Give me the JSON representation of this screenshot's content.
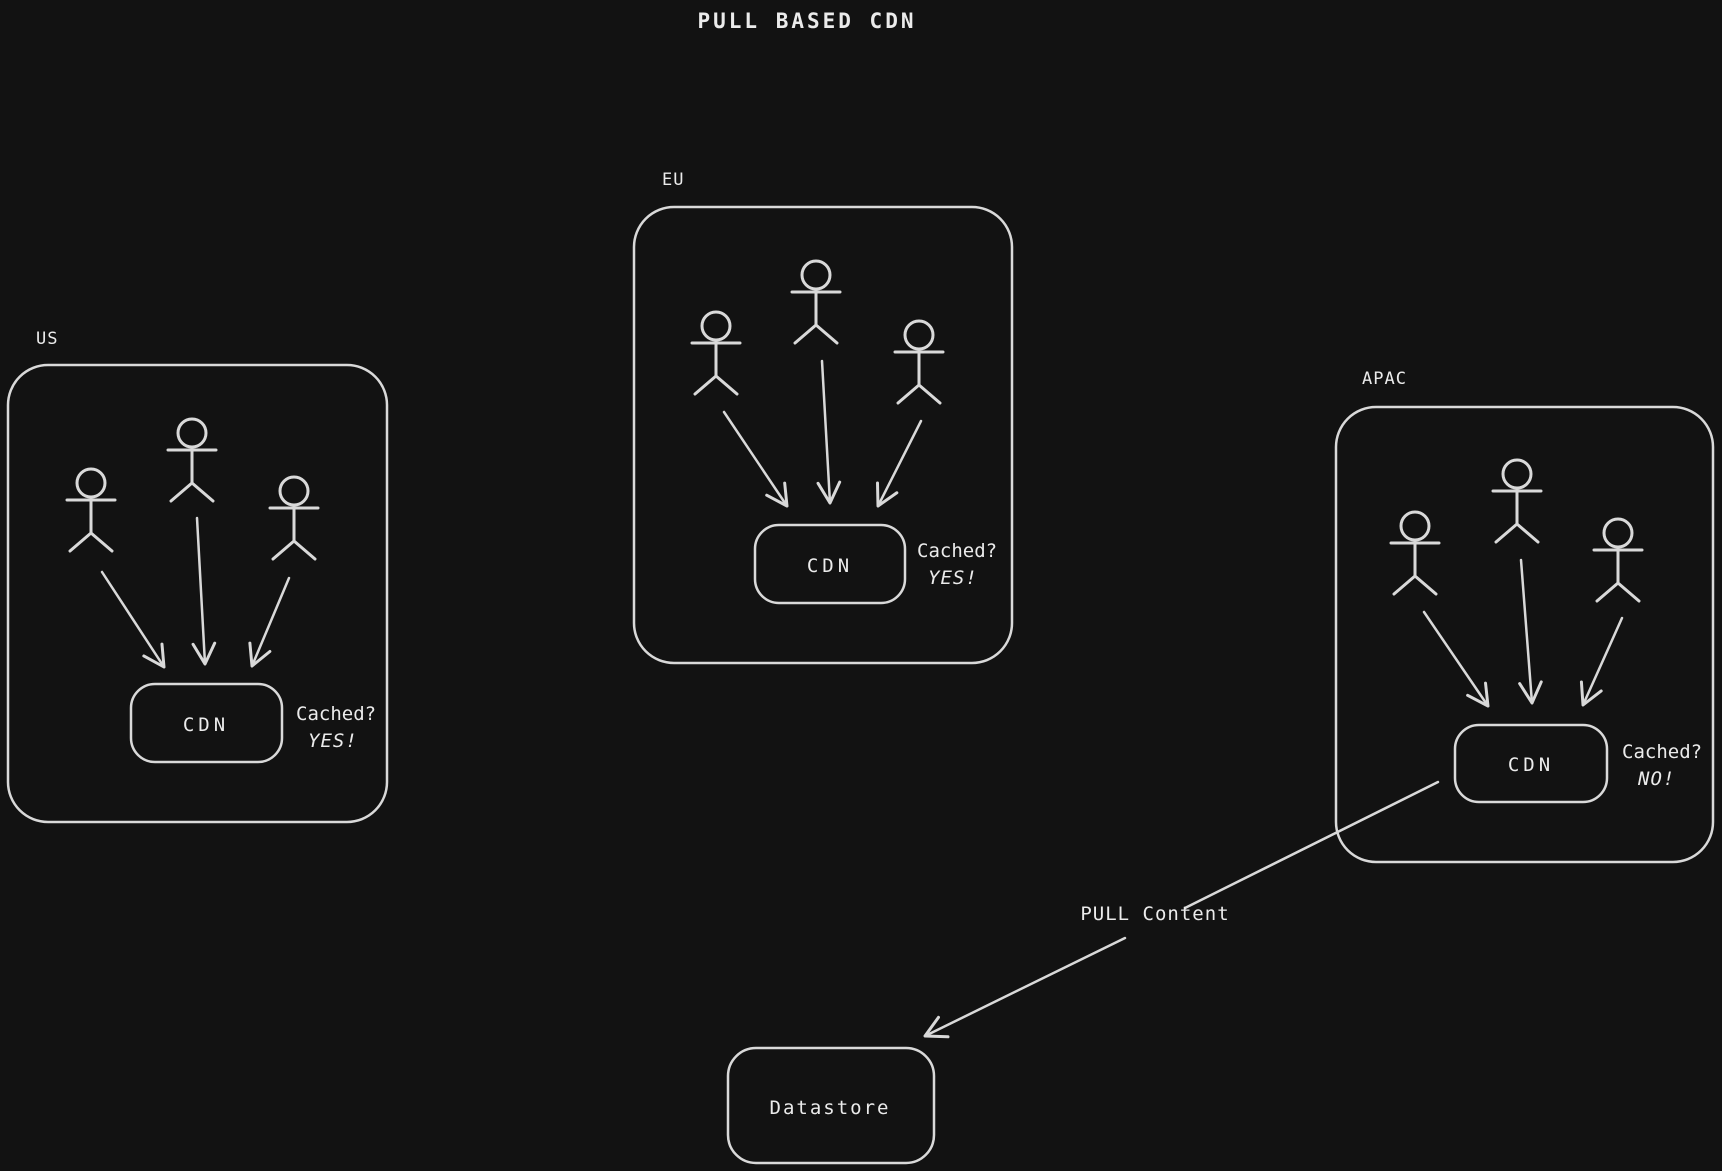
{
  "title": "PULL BASED CDN",
  "colors": {
    "background": "#121212",
    "stroke": "#d9d9d9",
    "text": "#ebebeb",
    "yes_green": "#2f9e44",
    "no_red": "#ff8787"
  },
  "regions": [
    {
      "label": "US",
      "users": 3,
      "cdn_label": "CDN",
      "cached_question": "Cached?",
      "cached_answer": "YES!",
      "answer_color": "#2f9e44"
    },
    {
      "label": "EU",
      "users": 3,
      "cdn_label": "CDN",
      "cached_question": "Cached?",
      "cached_answer": "YES!",
      "answer_color": "#2f9e44"
    },
    {
      "label": "APAC",
      "users": 3,
      "cdn_label": "CDN",
      "cached_question": "Cached?",
      "cached_answer": "NO!",
      "answer_color": "#ff8787"
    }
  ],
  "pull_arrow": {
    "label": "PULL Content"
  },
  "datastore": {
    "label": "Datastore"
  }
}
